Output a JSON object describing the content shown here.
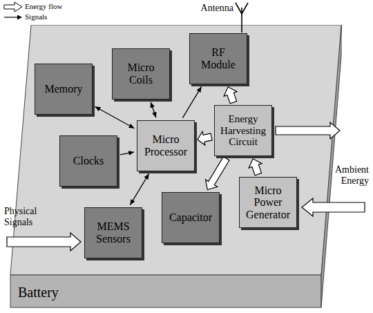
{
  "diagram": {
    "nodes": [
      {
        "text": [
          "Battery"
        ]
      },
      {
        "text": [
          "Memory"
        ],
        "in": 0
      },
      {
        "text": [
          "Micro Coils"
        ],
        "in": 0
      },
      {
        "text": [
          "RF Module"
        ],
        "in": 0
      },
      {
        "text": [
          "Clocks"
        ],
        "in": 0
      },
      {
        "text": [
          "Micro Processor"
        ],
        "in": 0
      },
      {
        "text": [
          "Energy Harvesting Circuit"
        ],
        "in": 0
      },
      {
        "text": [
          "MEMS Sensors"
        ],
        "in": 0
      },
      {
        "text": [
          "Capacitor"
        ],
        "in": 0
      },
      {
        "text": [
          "Micro Power Generator"
        ],
        "in": 0
      }
    ],
    "edges": [
      {
        "from": 1,
        "to": 5,
        "arrow": "both"
      },
      {
        "from": 2,
        "to": 5,
        "arrow": "both"
      },
      {
        "from": 4,
        "to": 5,
        "arrow": "to"
      },
      {
        "from": 7,
        "to": 5,
        "arrow": "both"
      },
      {
        "from": 5,
        "to": 3,
        "arrow": "to"
      },
      {
        "from": 9,
        "to": 6,
        "arrow": "to"
      },
      {
        "from": 6,
        "to": 3,
        "arrow": "to"
      },
      {
        "from": 6,
        "to": 5,
        "arrow": "to"
      },
      {
        "from": 6,
        "to": 8,
        "arrow": "to"
      },
      {
        "from": 6,
        "to": 0,
        "arrow": "to"
      }
    ],
    "labels": [
      "Antenna",
      "Ambient Energy",
      "Physical Signals"
    ],
    "legend": [
      {
        "text": "Energy flow"
      },
      {
        "text": "Signals"
      }
    ]
  }
}
